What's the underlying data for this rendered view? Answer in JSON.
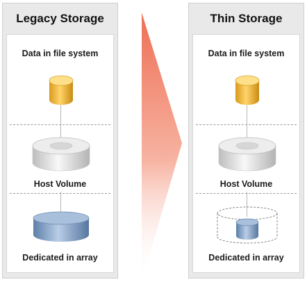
{
  "left_panel": {
    "title": "Legacy Storage",
    "data_label": "Data in file system",
    "host_label": "Host Volume",
    "array_label": "Dedicated in array"
  },
  "right_panel": {
    "title": "Thin Storage",
    "data_label": "Data in file system",
    "host_label": "Host Volume",
    "array_label": "Dedicated in array"
  },
  "icons": {
    "data": "database-cylinder-icon",
    "host": "host-volume-disk-icon",
    "array": "array-storage-cylinder-icon",
    "arrow": "transition-arrow-icon"
  },
  "colors": {
    "data_cylinder": "#f2b733",
    "host_volume": "#e4e4e4",
    "array_cylinder": "#7f9fc6",
    "arrow": "#ee6f55",
    "panel_bg": "#e9e9e9"
  }
}
